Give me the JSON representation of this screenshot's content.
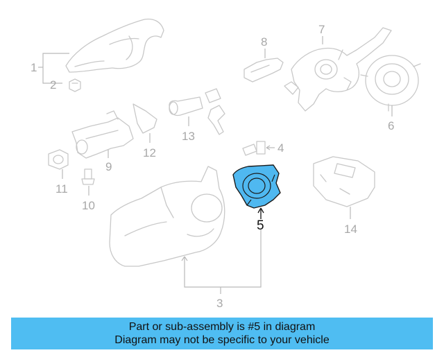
{
  "banner": {
    "line1": "Part or sub-assembly is #5 in diagram",
    "line2": "Diagram may not be specific to your vehicle"
  },
  "highlight_color": "#4fbdf2",
  "callouts": [
    {
      "id": "1",
      "text": "1"
    },
    {
      "id": "2",
      "text": "2"
    },
    {
      "id": "3",
      "text": "3"
    },
    {
      "id": "4",
      "text": "4"
    },
    {
      "id": "5",
      "text": "5"
    },
    {
      "id": "6",
      "text": "6"
    },
    {
      "id": "7",
      "text": "7"
    },
    {
      "id": "8",
      "text": "8"
    },
    {
      "id": "9",
      "text": "9"
    },
    {
      "id": "10",
      "text": "10"
    },
    {
      "id": "11",
      "text": "11"
    },
    {
      "id": "12",
      "text": "12"
    },
    {
      "id": "13",
      "text": "13"
    },
    {
      "id": "14",
      "text": "14"
    }
  ]
}
